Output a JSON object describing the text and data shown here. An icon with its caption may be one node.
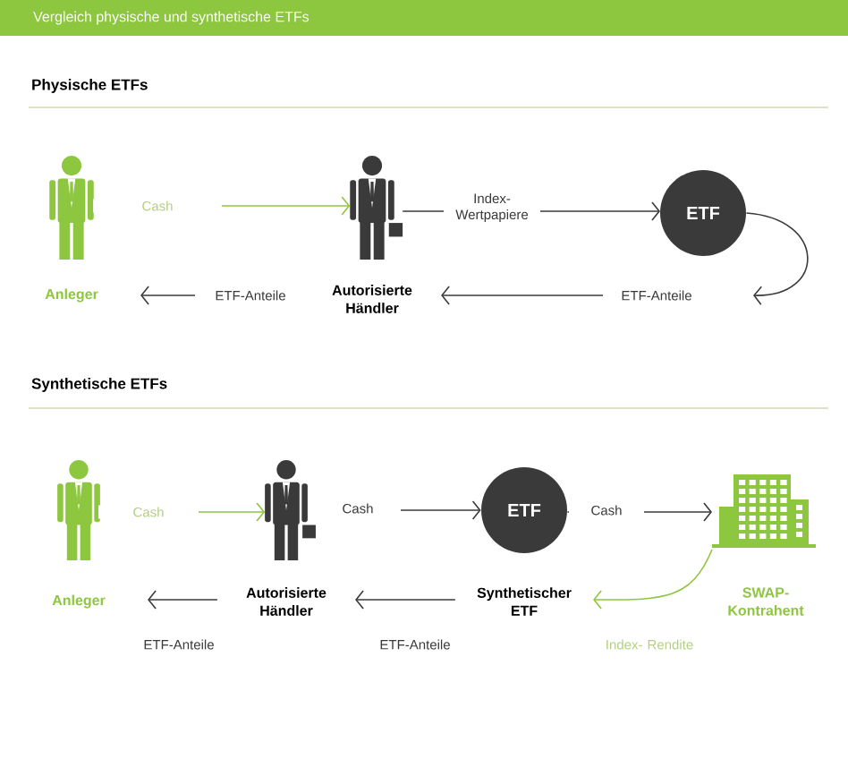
{
  "diagram": {
    "title": "Vergleich physische und synthetische ETFs",
    "nodes": [
      {
        "text": [
          "Anleger"
        ]
      },
      {
        "text": [
          "Autorisierte Händler"
        ]
      },
      {
        "text": [
          "ETF"
        ]
      },
      {
        "text": [
          "Anleger"
        ]
      },
      {
        "text": [
          "Autorisierte Händler"
        ]
      },
      {
        "text": [
          "ETF",
          "Synthetischer ETF"
        ]
      },
      {
        "text": [
          "SWAP- Kontrahent"
        ]
      }
    ],
    "edges": [
      {
        "from": 0,
        "to": 1,
        "arrow": "to",
        "label": "Cash",
        "color": "#8dc63f"
      },
      {
        "from": 1,
        "to": 2,
        "arrow": "to",
        "label": "Index- Wertpapiere"
      },
      {
        "from": 2,
        "to": null,
        "arrow": "to"
      },
      {
        "from": null,
        "to": 1,
        "arrow": "to",
        "label": "ETF-Anteile"
      },
      {
        "from": 1,
        "to": 0,
        "arrow": "to",
        "label": "ETF-Anteile"
      },
      {
        "from": 3,
        "to": 4,
        "arrow": "to",
        "label": "Cash",
        "color": "#8dc63f"
      },
      {
        "from": 4,
        "to": 5,
        "arrow": "to",
        "label": "Cash"
      },
      {
        "from": 5,
        "to": 6,
        "arrow": "to",
        "label": "Cash"
      },
      {
        "from": 6,
        "to": 5,
        "arrow": "to",
        "label": "Index- Rendite",
        "color": "#8dc63f"
      },
      {
        "from": 5,
        "to": 4,
        "arrow": "to",
        "label": "ETF-Anteile"
      },
      {
        "from": 4,
        "to": 3,
        "arrow": "to",
        "label": "ETF-Anteile"
      }
    ],
    "labels": [
      "Physische ETFs",
      "Synthetische ETFs"
    ]
  }
}
